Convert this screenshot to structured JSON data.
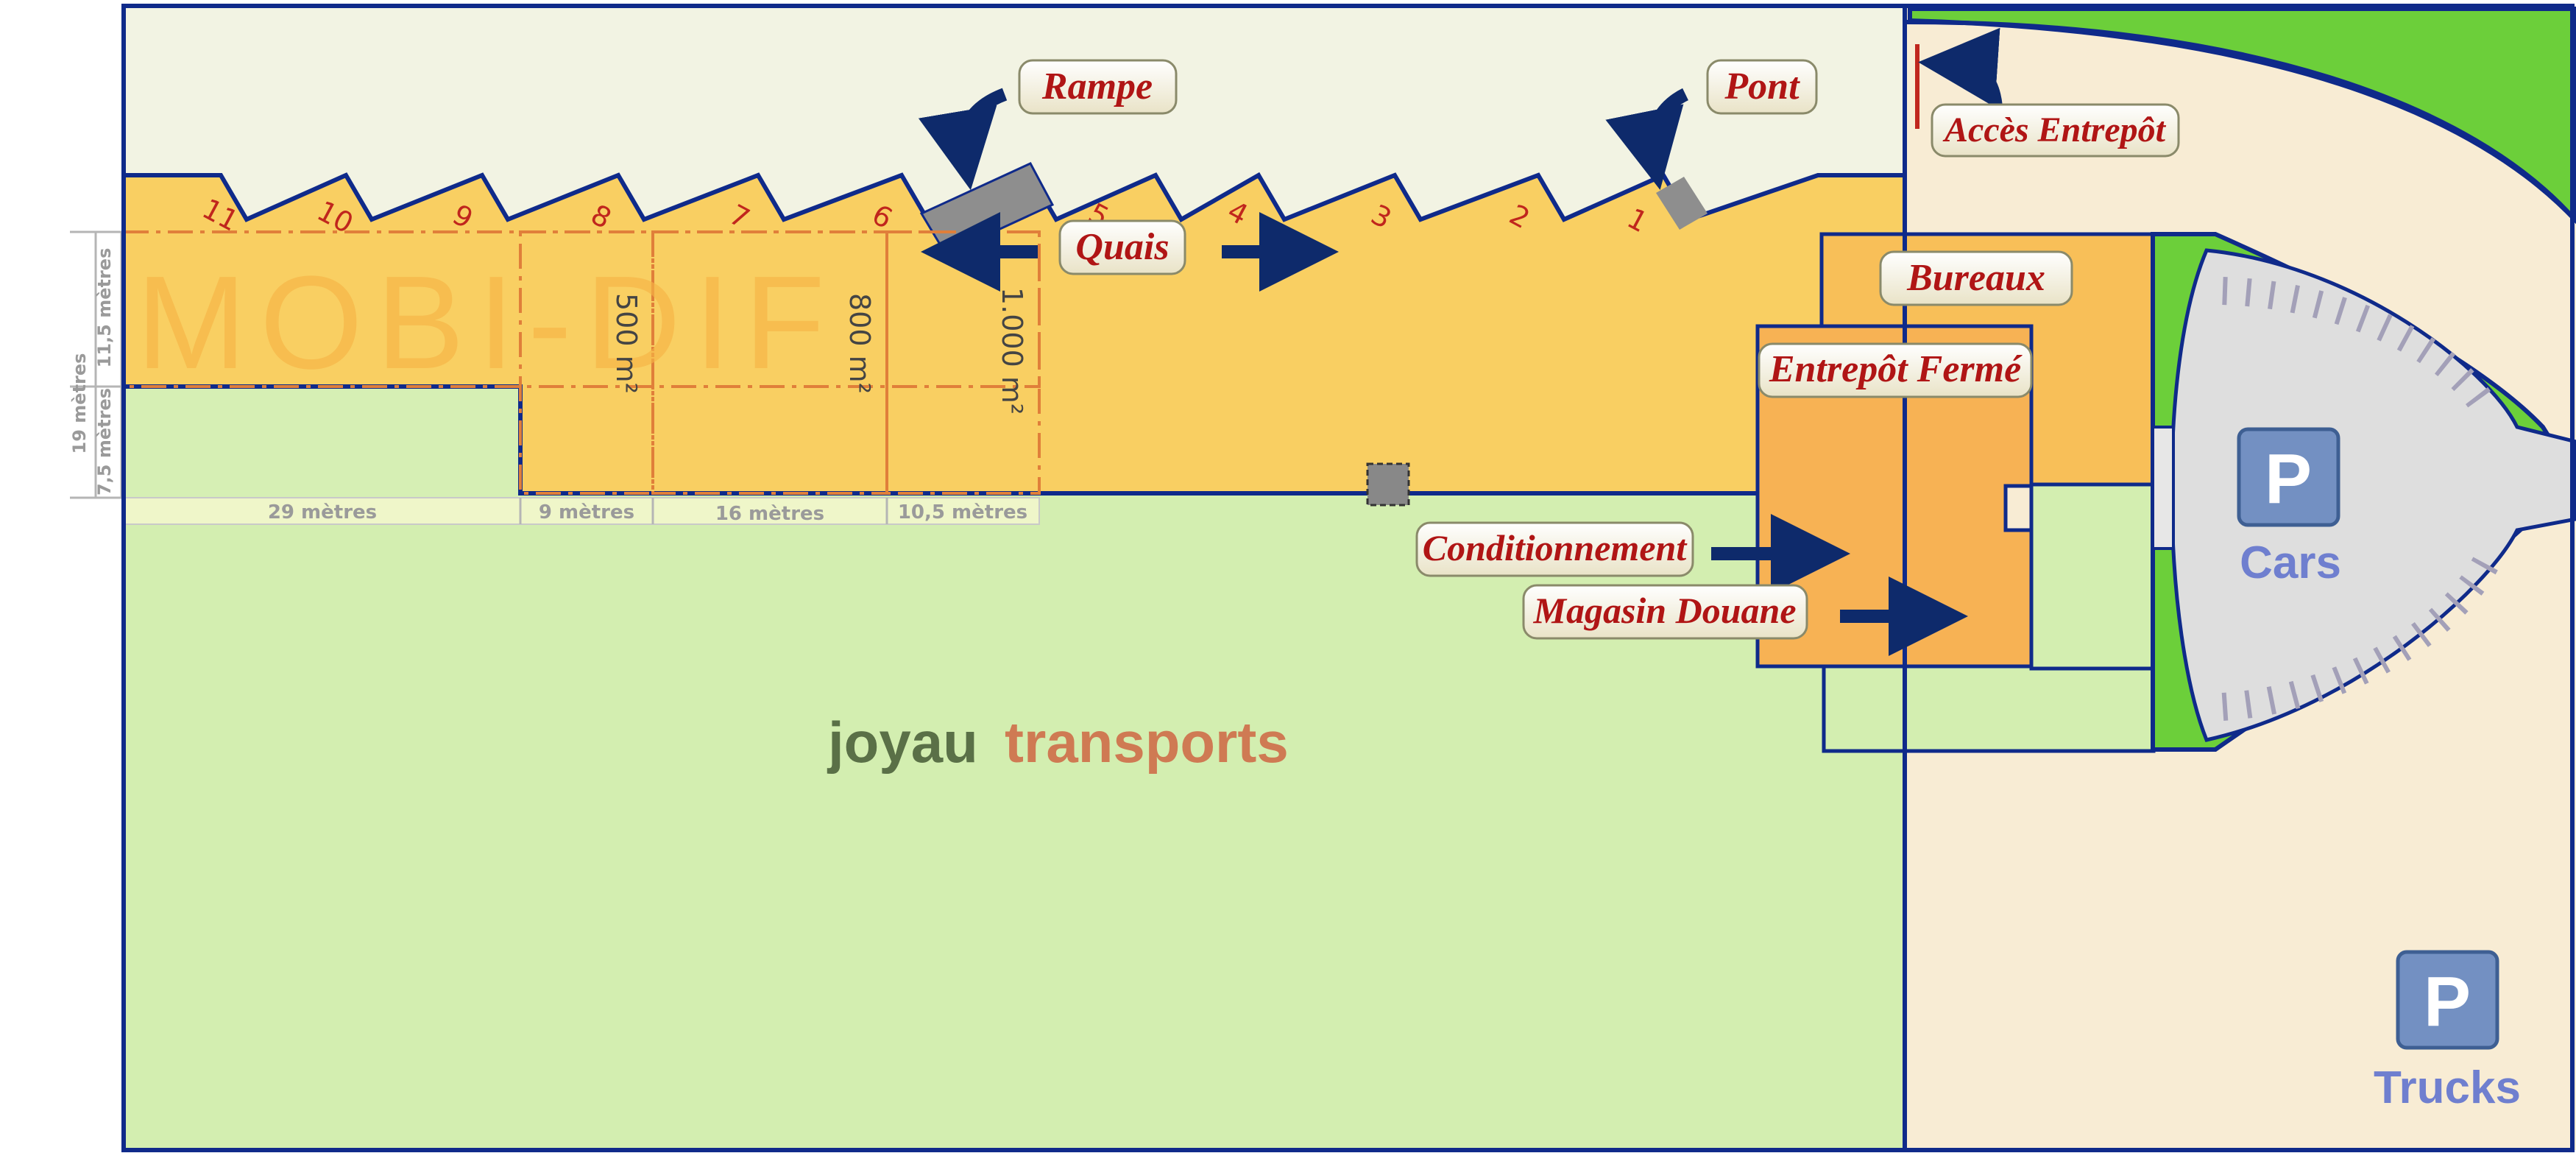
{
  "labels": {
    "rampe": "Rampe",
    "pont": "Pont",
    "acces_entrepot": "Accès Entrepôt",
    "quais": "Quais",
    "bureaux": "Bureaux",
    "entrepot_ferme": "Entrepôt Fermé",
    "conditionnement": "Conditionnement",
    "magasin_douane": "Magasin Douane"
  },
  "watermark": "MOBI-DIF",
  "brand": {
    "word1": "joyau",
    "word2": "transports"
  },
  "docks": [
    "11",
    "10",
    "9",
    "8",
    "7",
    "6",
    "5",
    "4",
    "3",
    "2",
    "1"
  ],
  "areas": {
    "a500": "500 m²",
    "a800": "800 m²",
    "a1000": "1.000 m²"
  },
  "dimensions": {
    "width": [
      "29 mètres",
      "9 mètres",
      "16 mètres",
      "10,5 mètres"
    ],
    "height_total": "19 mètres",
    "height_top": "11,5 mètres",
    "height_bottom": "7,5 mètres"
  },
  "parking": {
    "sign": "P",
    "cars": "Cars",
    "trucks": "Trucks"
  },
  "colors": {
    "outline": "#0f2a8a",
    "warehouse": "#f9cf62",
    "warehouse_dark": "#f7a94a",
    "grass": "#d3eeb0",
    "lot": "#f8ecd4",
    "arrow": "#0e2a6b",
    "label_text": "#b01515",
    "brand_joyau": "#5a7047",
    "brand_transports": "#cf7a53",
    "parking_sign": "#7390c2",
    "parking_text": "#6f7fcf"
  }
}
